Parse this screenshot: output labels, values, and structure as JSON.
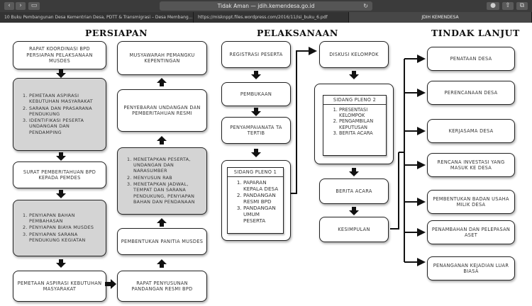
{
  "browser": {
    "window_title": "Tidak Aman — jdih.kemendesa.go.id",
    "tabs": [
      "10 Buku Pembangunan Desa Kementrian Desa, PDTT & Transmigrasi – Desa Membang...",
      "https://misknppt.files.wordpress.com/2016/11/isi_buku_6.pdf",
      "JDIH KEMENDESA"
    ]
  },
  "columns": {
    "persiapan": "PERSIAPAN",
    "pelaksanaan": "PELAKSANAAN",
    "tindak_lanjut": "TINDAK LANJUT"
  },
  "persiapan": {
    "rapat_koordinasi": "RAPAT KOORDINASI BPD PERSIAPAN PELAKSANAAN MUSDES",
    "list1": [
      "PEMETAAN ASPIRASI KEBUTUHAN MASYARAKAT",
      "SARANA DAN PRASARANA PENDUKUNG",
      "IDENTIFIKASI PESERTA UNDANGAN DAN PENDAMPING"
    ],
    "surat": "SURAT PEMBERITAHUAN BPD KEPADA PEMDES",
    "list2": [
      "PENYIAPAN BAHAN PEMBAHASAN",
      "PENYIAPAN BIAYA MUSDES",
      "PENYIAPAN SARANA PENDUKUNG KEGIATAN"
    ],
    "pemetaan": "PEMETAAN ASPIRASI KEBUTUHAN MASYARAKAT",
    "musyawarah": "MUSYAWARAH PEMANGKU KEPENTINGAN",
    "penyebaran": "PENYEBARAN UNDANGAN DAN PEMBERITAHUAN RESMI",
    "list3": [
      "MENETAPKAN PESERTA, UNDANGAN DAN NARASUMBER",
      "MENYUSUN RAB",
      "MENETAPKAN JADWAL, TEMPAT DAN SARANA PENDUKUNG, PENYIAPAN BAHAN DAN PENDANAAN"
    ],
    "pembentukan": "PEMBENTUKAN PANITIA MUSDES",
    "rapat_penyusunan": "RAPAT PENYUSUNAN PANDANGAN RESMI BPD"
  },
  "pelaksanaan": {
    "registrasi": "REGISTRASI PESERTA",
    "pembukaan": "PEMBUKAAN",
    "penyampaian": "PENYAMPAIANATA TA TERTIB",
    "sidang1_title": "SIDANG PLENO 1",
    "sidang1_items": [
      "PAPARAN KEPALA DESA",
      "PANDANGAN RESMI BPD",
      "PANDANGAN UMUM PESERTA"
    ],
    "diskusi": "DISKUSI KELOMPOK",
    "sidang2_title": "SIDANG PLENO 2",
    "sidang2_items": [
      "PRESENTASI KELOMPOK",
      "PENGAMBILAN KEPUTUSAN",
      "BERITA ACARA"
    ],
    "berita_acara": "BERITA ACARA",
    "kesimpulan": "KESIMPULAN"
  },
  "tindak_lanjut": {
    "items": [
      "PENATAAN DESA",
      "PERENCANAAN DESA",
      "KERJASAMA DESA",
      "RENCANA INVESTASI YANG MASUK KE DESA",
      "PEMBENTUKAN BADAN USAHA MILIK DESA",
      "PENAMBAHAN DAN PELEPASAN ASET",
      "PENANGANAN KEJADIAN LUAR BIASA"
    ]
  }
}
